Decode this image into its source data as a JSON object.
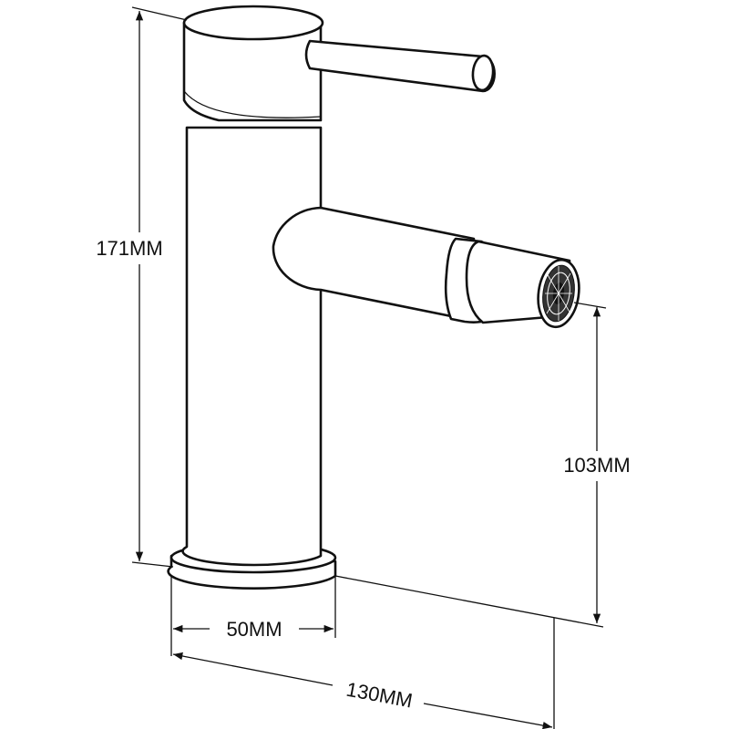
{
  "dimensions": {
    "height_total": "171MM",
    "spout_height": "103MM",
    "base_diameter": "50MM",
    "total_depth": "130MM"
  }
}
